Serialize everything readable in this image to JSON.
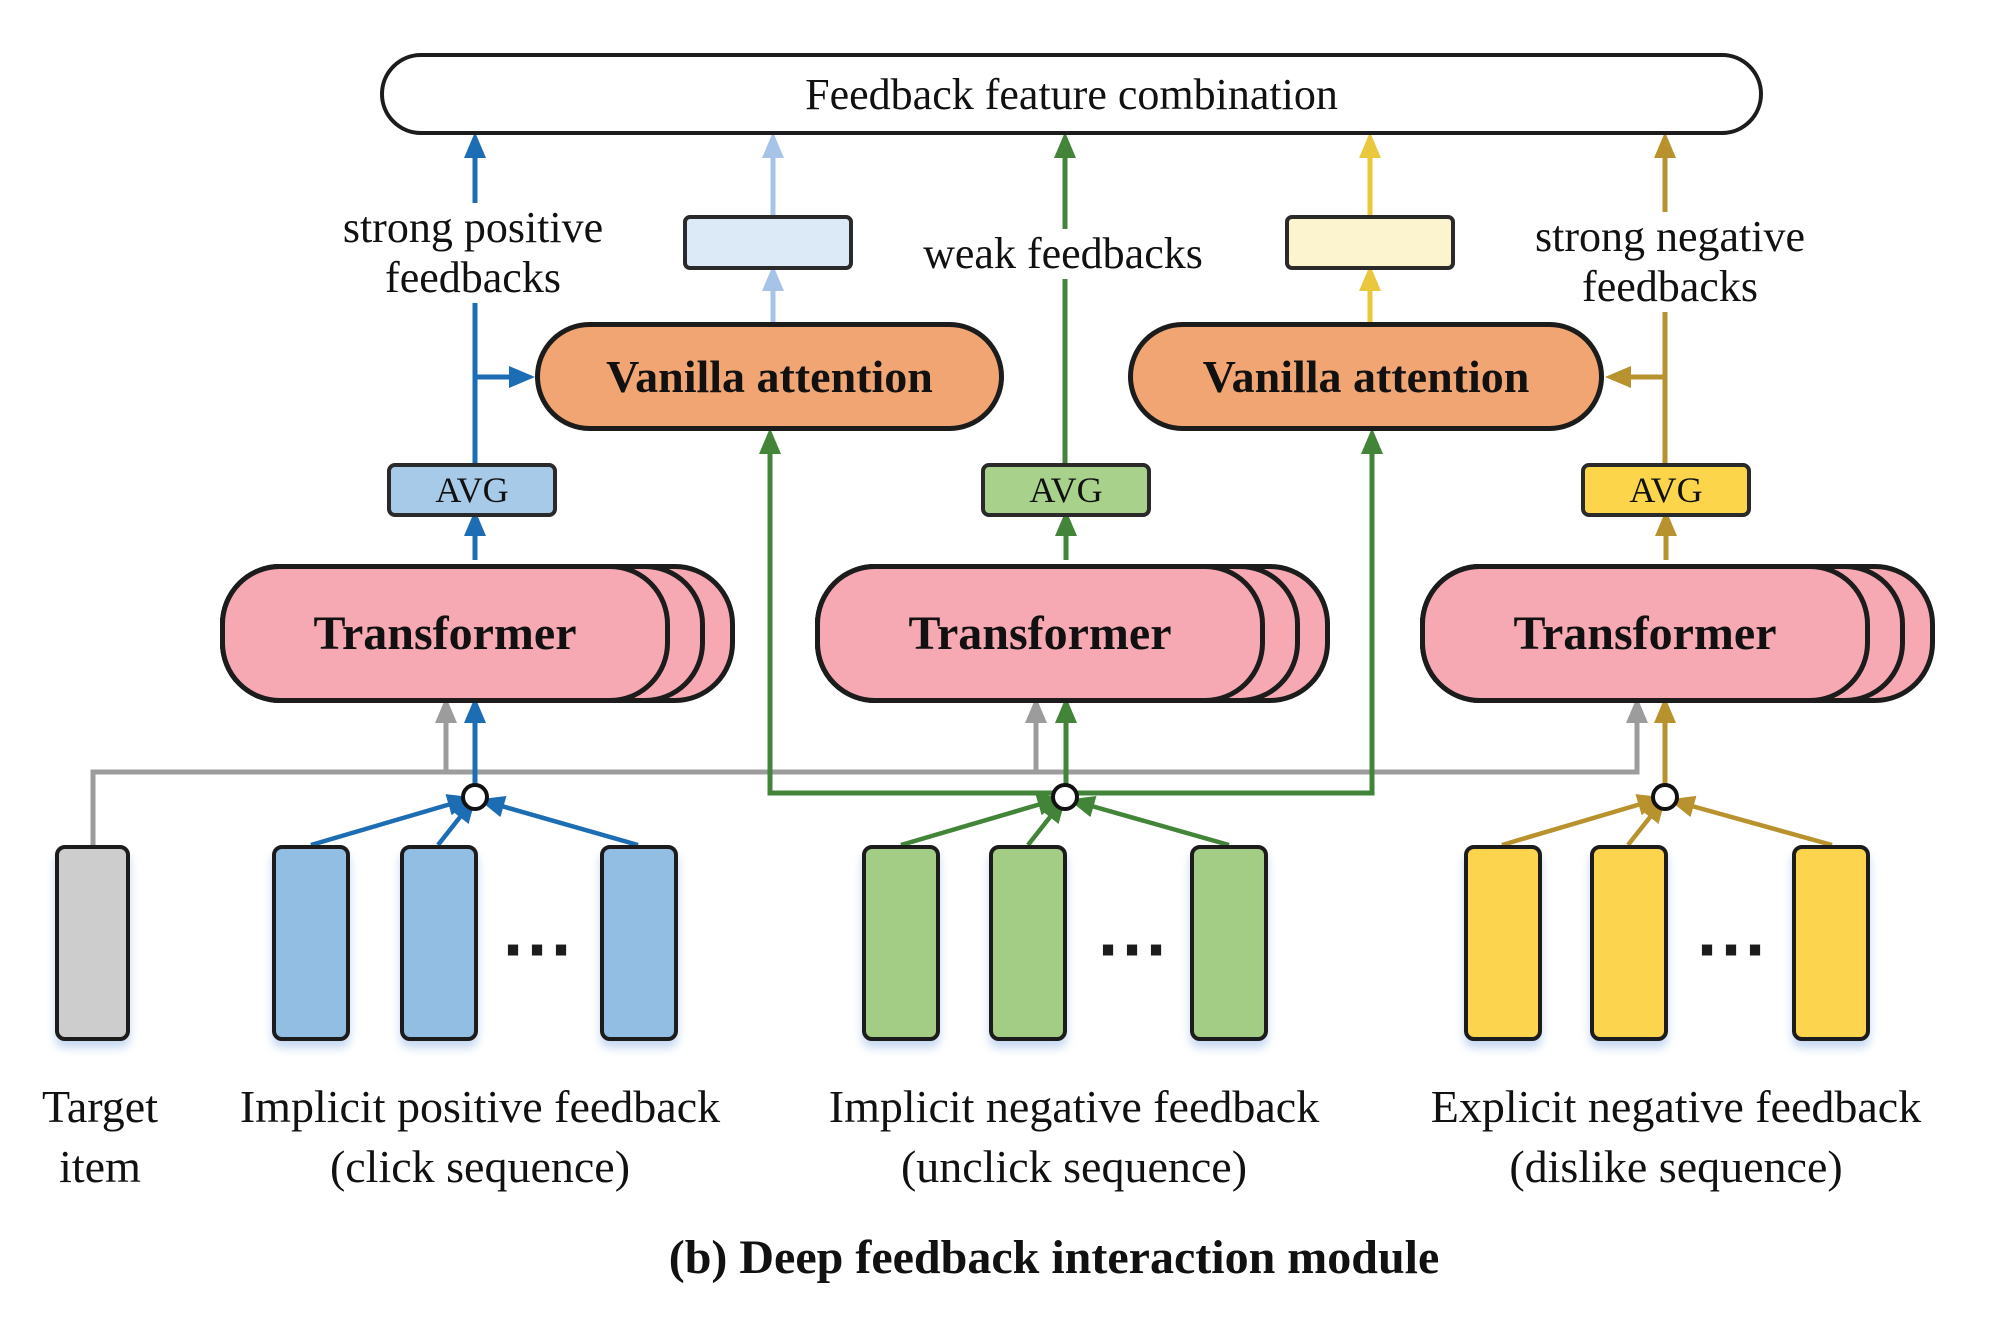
{
  "top_box": {
    "label": "Feedback feature combination"
  },
  "annotations": {
    "strong_positive": {
      "line1": "strong positive",
      "line2": "feedbacks"
    },
    "weak": {
      "label": "weak feedbacks"
    },
    "strong_negative": {
      "line1": "strong negative",
      "line2": "feedbacks"
    }
  },
  "attention_left": {
    "label": "Vanilla attention"
  },
  "attention_right": {
    "label": "Vanilla attention"
  },
  "avg_left": {
    "label": "AVG"
  },
  "avg_middle": {
    "label": "AVG"
  },
  "avg_right": {
    "label": "AVG"
  },
  "transformer_left": {
    "label": "Transformer"
  },
  "transformer_middle": {
    "label": "Transformer"
  },
  "transformer_right": {
    "label": "Transformer"
  },
  "groups": {
    "target": {
      "caption_line1": "Target",
      "caption_line2": "item"
    },
    "positive": {
      "dots": "···",
      "caption_line1": "Implicit positive feedback",
      "caption_line2": "(click sequence)"
    },
    "negative": {
      "dots": "···",
      "caption_line1": "Implicit negative feedback",
      "caption_line2": "(unclick sequence)"
    },
    "explicit": {
      "dots": "···",
      "caption_line1": "Explicit negative feedback",
      "caption_line2": "(dislike sequence)"
    }
  },
  "caption": "(b) Deep feedback interaction module",
  "colors": {
    "blue_arrow": "#1d6db5",
    "light_blue_arrow": "#a7c4e8",
    "green_arrow": "#428438",
    "yellow_arrow": "#e9c83e",
    "gold_arrow": "#b8922d",
    "gray_line": "#9c9c9c",
    "attention_fill": "#f1a573",
    "transformer_fill": "#f6a9b2",
    "avg_blue_fill": "#a7cae9",
    "avg_green_fill": "#a8d18c",
    "avg_yellow_fill": "#fcd54b",
    "vector_blue_fill": "#92bee3",
    "vector_green_fill": "#a3cd85",
    "vector_yellow_fill": "#fdd44e",
    "target_gray_fill": "#cdcdcd",
    "pooled_blue_fill": "#dce9f7",
    "pooled_yellow_fill": "#fcf3cf"
  }
}
